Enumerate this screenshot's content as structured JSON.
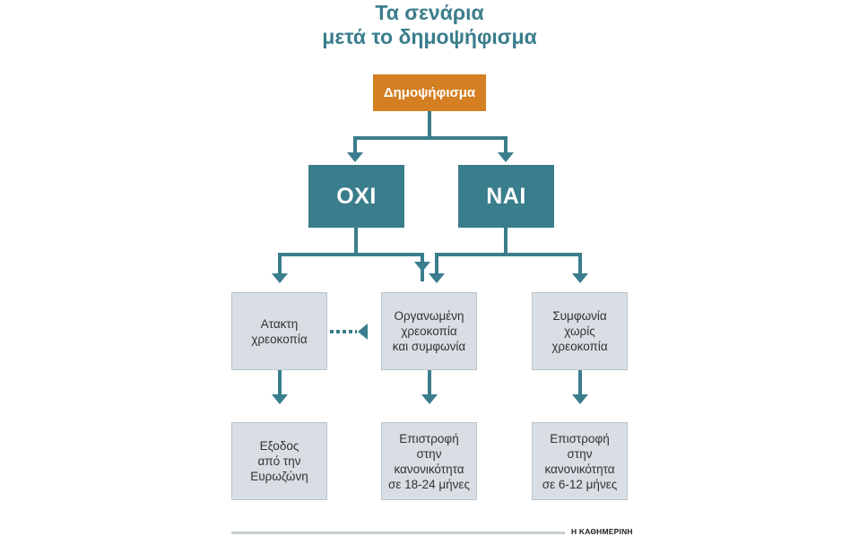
{
  "title": {
    "line1": "Τα σενάρια",
    "line2": "μετά το δημοψήφισμα"
  },
  "nodes": {
    "referendum": "Δημοψήφισμα",
    "no": "ΟΧΙ",
    "yes": "ΝΑΙ",
    "disorderly_default": "Ατακτη\nχρεοκοπία",
    "orderly_default": "Οργανωμένη\nχρεοκοπία\nκαι συμφωνία",
    "agreement_no_default": "Συμφωνία\nχωρίς\nχρεοκοπία",
    "eurozone_exit": "Εξοδος\nαπό την\nΕυρωζώνη",
    "normality_18_24": "Επιστροφή\nστην\nκανονικότητα\nσε 18-24 μήνες",
    "normality_6_12": "Επιστροφή\nστην\nκανονικότητα\nσε 6-12 μήνες"
  },
  "credit": "Η ΚΑΘΗΜΕΡΙΝΗ",
  "colors": {
    "teal": "#3a7d8c",
    "orange": "#d37f22",
    "grey_box": "#d8dee3"
  }
}
